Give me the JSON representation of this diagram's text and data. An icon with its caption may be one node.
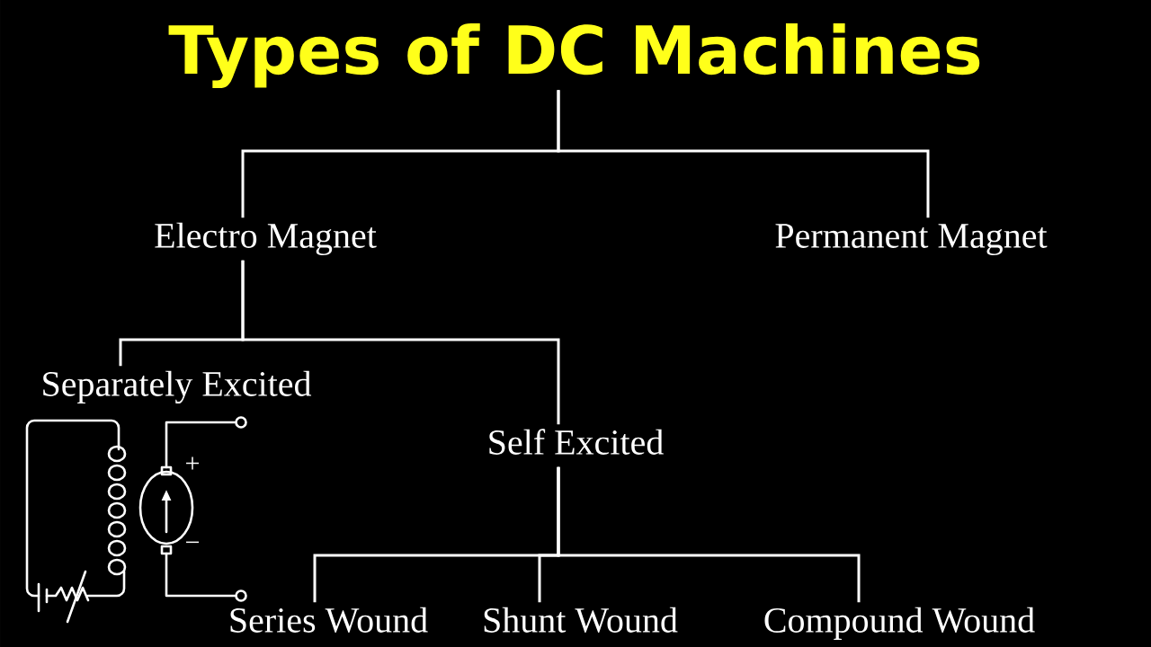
{
  "diagram": {
    "nodes": [
      {
        "text": [
          "Types of DC Machines"
        ]
      },
      {
        "text": [
          "Electro Magnet"
        ]
      },
      {
        "text": [
          "Permanent Magnet"
        ]
      },
      {
        "text": [
          "Separately Excited"
        ]
      },
      {
        "text": [
          "Self Excited"
        ]
      },
      {
        "text": [
          "Series Wound"
        ]
      },
      {
        "text": [
          "Shunt Wound"
        ]
      },
      {
        "text": [
          "Compound Wound"
        ]
      }
    ],
    "edges": [
      {
        "from": 0,
        "to": 1,
        "arrow": "none"
      },
      {
        "from": 0,
        "to": 2,
        "arrow": "none"
      },
      {
        "from": 1,
        "to": 3,
        "arrow": "none"
      },
      {
        "from": 1,
        "to": 4,
        "arrow": "none"
      },
      {
        "from": 4,
        "to": 5,
        "arrow": "none"
      },
      {
        "from": 4,
        "to": 6,
        "arrow": "none"
      },
      {
        "from": 4,
        "to": 7,
        "arrow": "none"
      }
    ],
    "labels": [
      "+",
      "−"
    ]
  }
}
